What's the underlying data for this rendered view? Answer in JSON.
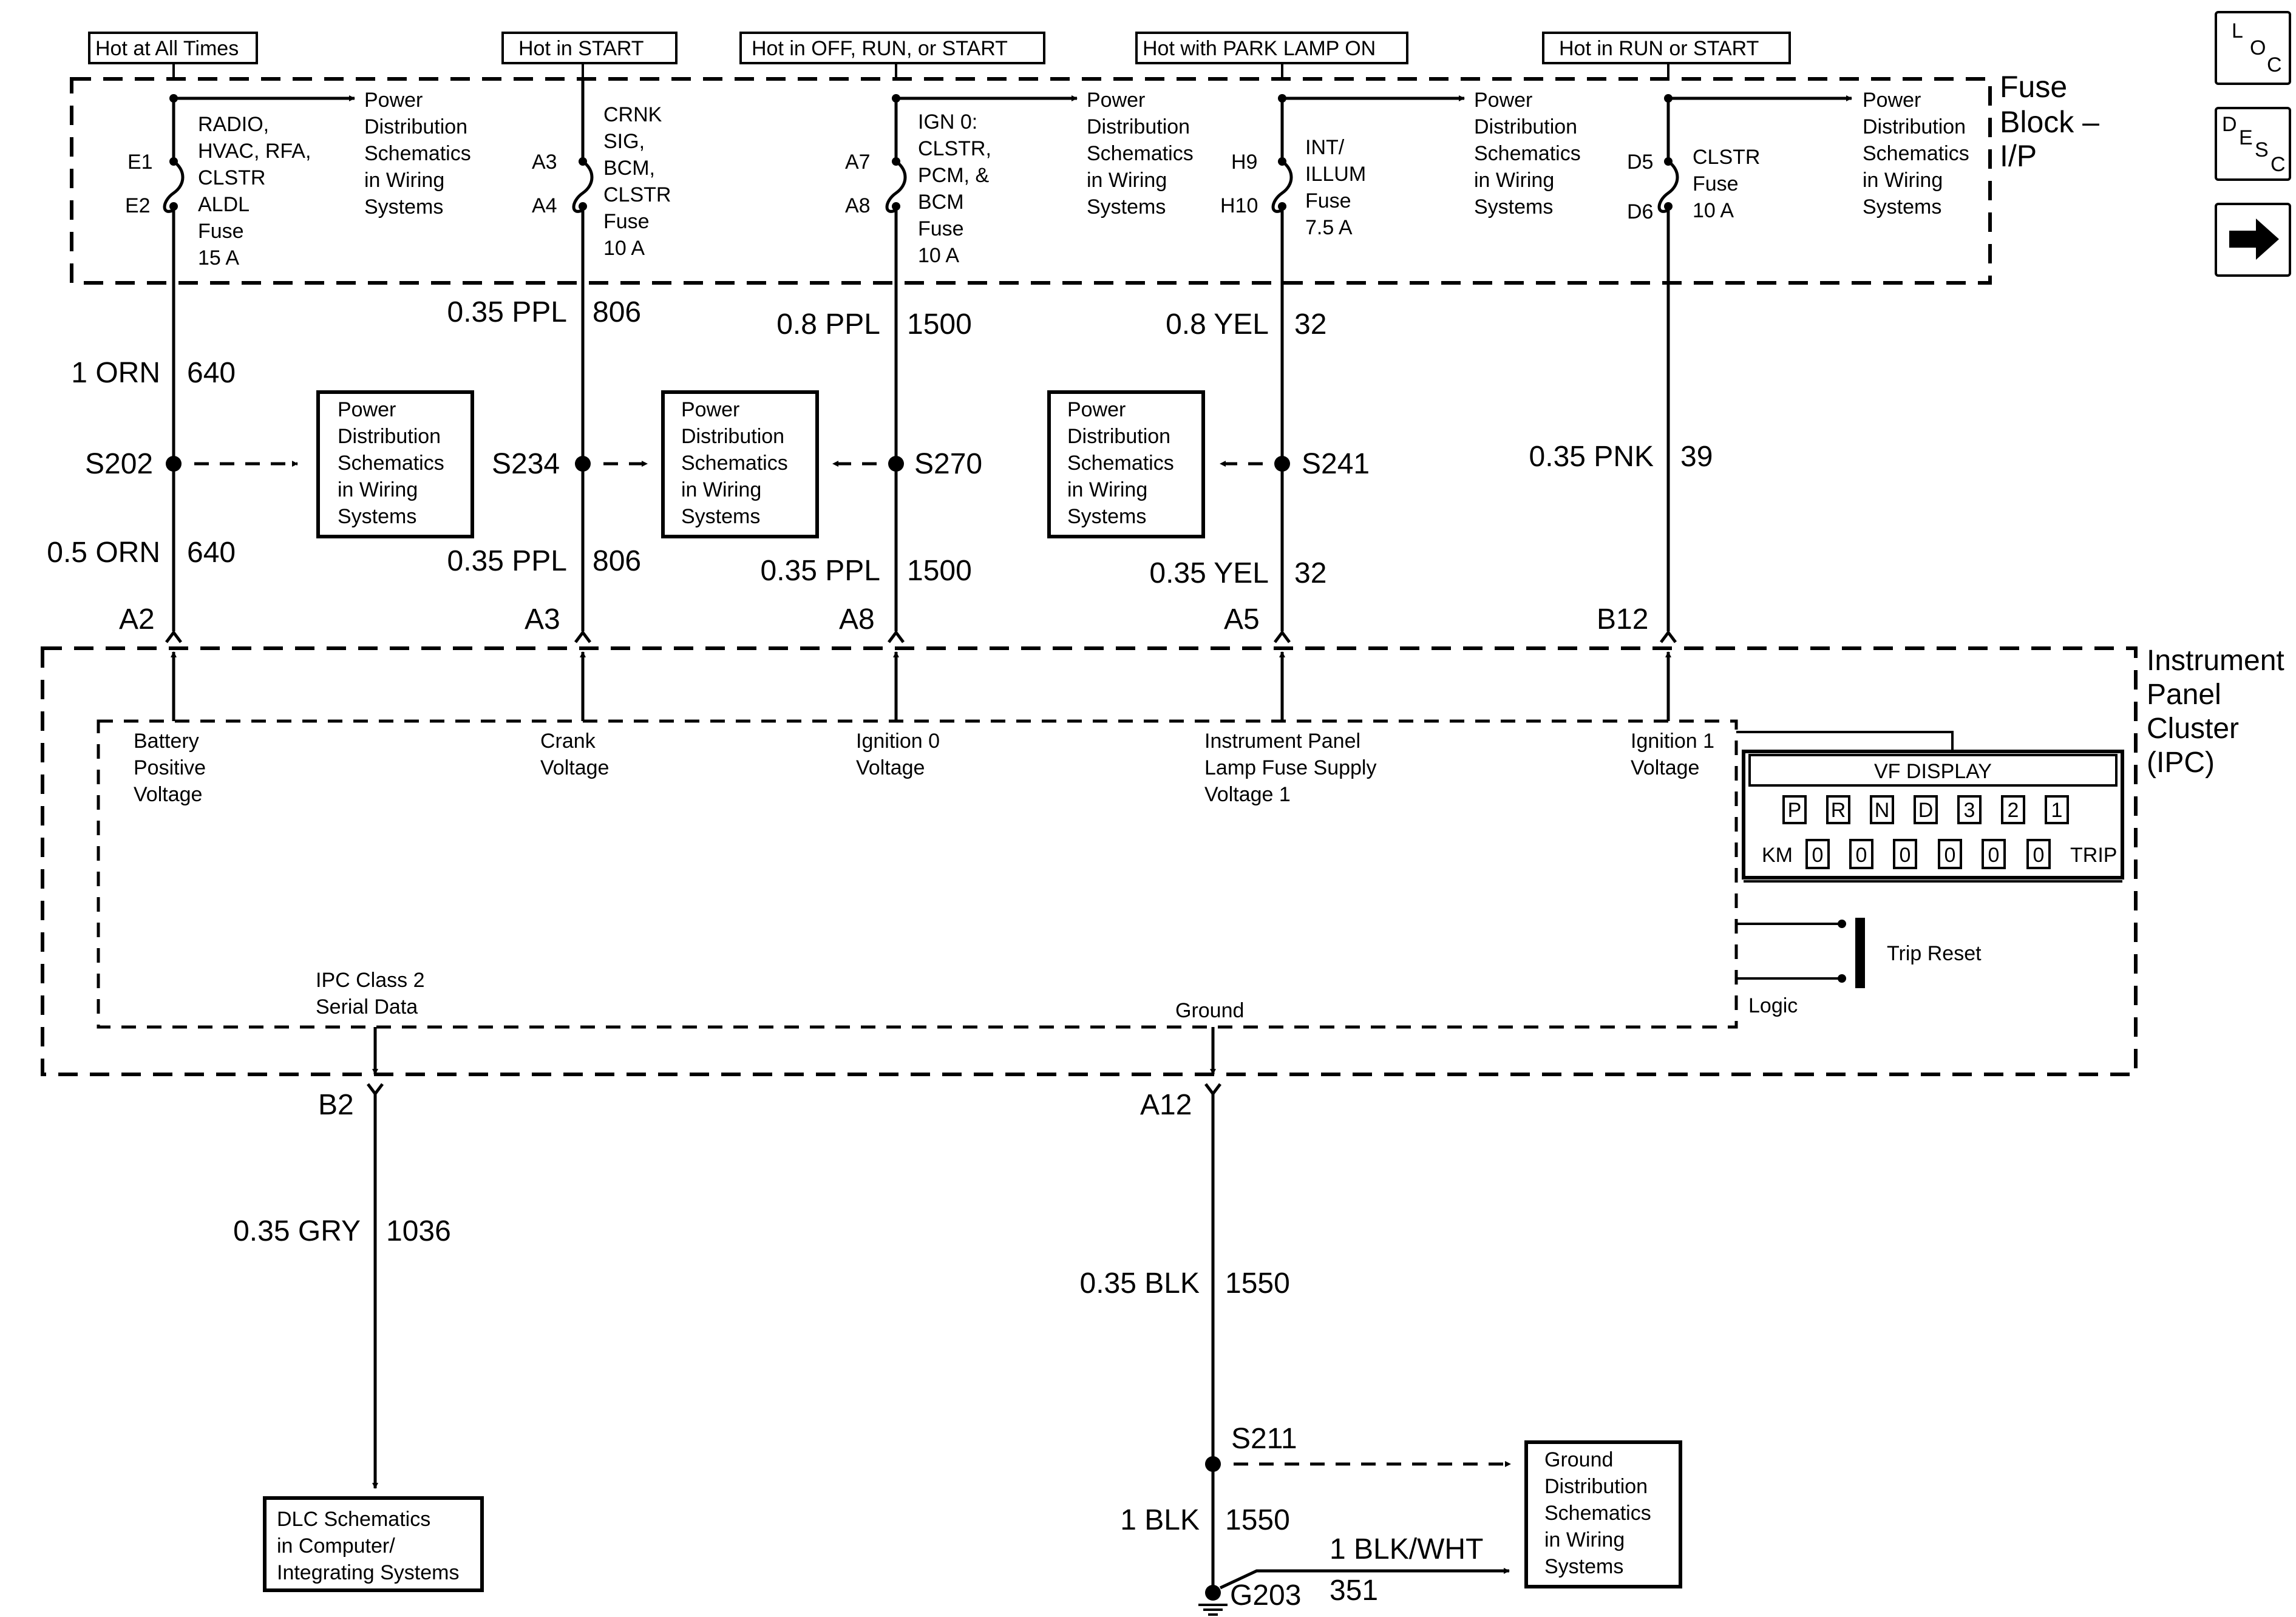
{
  "headers": [
    {
      "text": "Hot at All Times"
    },
    {
      "text": "Hot in START"
    },
    {
      "text": "Hot in OFF, RUN, or START"
    },
    {
      "text": "Hot with PARK LAMP ON"
    },
    {
      "text": "Hot in RUN or START"
    }
  ],
  "fuse_block": {
    "title_line1": "Fuse",
    "title_line2": "Block –",
    "title_line3": "I/P"
  },
  "circuits": [
    {
      "pin_top": "E1",
      "pin_bot": "E2",
      "fuse_lines": [
        "RADIO,",
        "HVAC, RFA,",
        "CLSTR",
        "ALDL",
        "Fuse",
        "15 A"
      ],
      "upper_gauge": "1 ORN",
      "upper_num": "640",
      "splice": "S202",
      "lower_gauge": "0.5 ORN",
      "lower_num": "640",
      "ipc_pin": "A2",
      "ipc_label": [
        "Battery",
        "Positive",
        "Voltage"
      ]
    },
    {
      "pin_top": "A3",
      "pin_bot": "A4",
      "fuse_lines": [
        "CRNK",
        "SIG,",
        "BCM,",
        "CLSTR",
        "Fuse",
        "10 A"
      ],
      "upper_gauge": "0.35 PPL",
      "upper_num": "806",
      "splice": "S234",
      "lower_gauge": "0.35 PPL",
      "lower_num": "806",
      "ipc_pin": "A3",
      "ipc_label": [
        "Crank",
        "Voltage"
      ]
    },
    {
      "pin_top": "A7",
      "pin_bot": "A8",
      "fuse_lines": [
        "IGN 0:",
        "CLSTR,",
        "PCM, &",
        "BCM",
        "Fuse",
        "10 A"
      ],
      "upper_gauge": "0.8 PPL",
      "upper_num": "1500",
      "splice": "S270",
      "lower_gauge": "0.35 PPL",
      "lower_num": "1500",
      "ipc_pin": "A8",
      "ipc_label": [
        "Ignition 0",
        "Voltage"
      ]
    },
    {
      "pin_top": "H9",
      "pin_bot": "H10",
      "fuse_lines": [
        "INT/",
        "ILLUM",
        "Fuse",
        "7.5 A"
      ],
      "upper_gauge": "0.8 YEL",
      "upper_num": "32",
      "splice": "S241",
      "lower_gauge": "0.35 YEL",
      "lower_num": "32",
      "ipc_pin": "A5",
      "ipc_label": [
        "Instrument Panel",
        "Lamp Fuse Supply",
        "Voltage 1"
      ]
    },
    {
      "pin_top": "D5",
      "pin_bot": "D6",
      "fuse_lines": [
        "CLSTR",
        "Fuse",
        "10 A"
      ],
      "upper_gauge": "0.35 PNK",
      "upper_num": "39",
      "ipc_pin": "B12",
      "ipc_label": [
        "Ignition 1",
        "Voltage"
      ]
    }
  ],
  "pdist_top": [
    "Power",
    "Distribution",
    "Schematics",
    "in Wiring",
    "Systems"
  ],
  "pdist_box": [
    "Power",
    "Distribution",
    "Schematics",
    "in Wiring",
    "Systems"
  ],
  "ipc": {
    "title": [
      "Instrument",
      "Panel",
      "Cluster",
      "(IPC)"
    ],
    "vf_title": "VF DISPLAY",
    "prnd": [
      "P",
      "R",
      "N",
      "D",
      "3",
      "2",
      "1"
    ],
    "km_label": "KM",
    "trip_label": "TRIP",
    "odo": [
      "0",
      "0",
      "0",
      "0",
      "0",
      "0"
    ],
    "trip_reset": "Trip Reset",
    "logic": "Logic",
    "serial_label": [
      "IPC Class 2",
      "Serial Data"
    ],
    "ground_label": "Ground"
  },
  "lower": {
    "b2_pin": "B2",
    "b2_gauge": "0.35 GRY",
    "b2_num": "1036",
    "dlc_box": [
      "DLC Schematics",
      "in Computer/",
      "Integrating Systems"
    ],
    "a12_pin": "A12",
    "a12_gauge": "0.35 BLK",
    "a12_num": "1550",
    "splice": "S211",
    "s211_gauge": "1 BLK",
    "s211_num": "1550",
    "ground": "G203",
    "blkwht_gauge": "1 BLK/WHT",
    "blkwht_num": "351",
    "gnd_box": [
      "Ground",
      "Distribution",
      "Schematics",
      "in Wiring",
      "Systems"
    ]
  },
  "nav": {
    "loc": [
      "L",
      "O",
      "C"
    ],
    "desc": [
      "D",
      "E",
      "S",
      "C"
    ]
  }
}
